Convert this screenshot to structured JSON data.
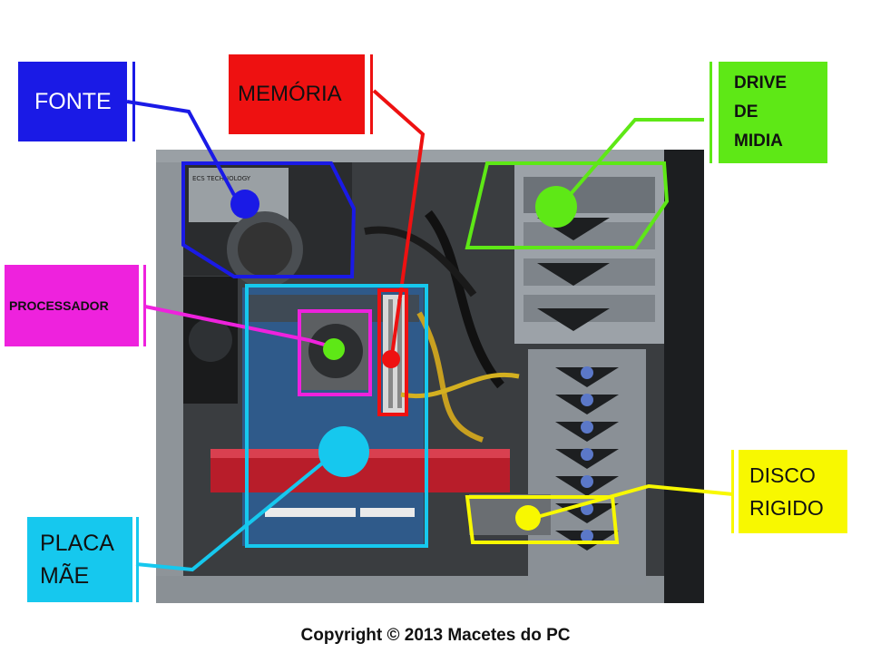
{
  "labels": {
    "fonte": "FONTE",
    "memoria": "MEMÓRIA",
    "drive_line1": "DRIVE",
    "drive_line2": "DE",
    "drive_line3": "MIDIA",
    "processador": "PROCESSADOR",
    "disco_line1": "DISCO",
    "disco_line2": "RIGIDO",
    "placa_line1": "PLACA",
    "placa_line2": "MÃE"
  },
  "psu_sticker_text": "ECS TECHNOLOGY",
  "copyright": "Copyright © 2013 Macetes do PC",
  "colors": {
    "fonte": "#1a1ae6",
    "memoria": "#ee1111",
    "drive": "#5ee816",
    "processador": "#ee22dd",
    "disco": "#f8f800",
    "placa": "#16c8ee"
  }
}
